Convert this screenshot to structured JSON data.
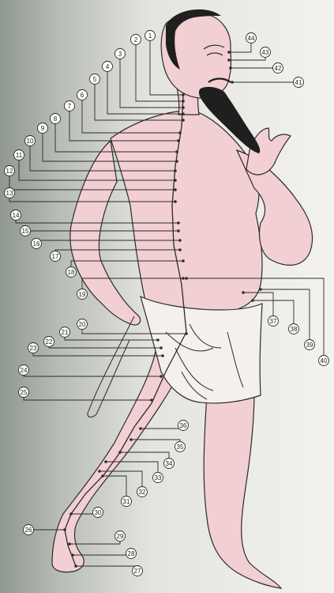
{
  "figure": {
    "subject": "acupuncture-meridian-figure",
    "colors": {
      "skin": "#f2cfd2",
      "line": "#2b2b2b",
      "hair": "#1f1f1f",
      "cloth": "#f4f1ec",
      "background": "#e6e6e1"
    }
  },
  "points": [
    {
      "id": "p1",
      "label": "1"
    },
    {
      "id": "p2",
      "label": "2"
    },
    {
      "id": "p3",
      "label": "3"
    },
    {
      "id": "p4",
      "label": "4"
    },
    {
      "id": "p5",
      "label": "5"
    },
    {
      "id": "p6",
      "label": "6"
    },
    {
      "id": "p7",
      "label": "7"
    },
    {
      "id": "p8",
      "label": "8"
    },
    {
      "id": "p9",
      "label": "9"
    },
    {
      "id": "p10",
      "label": "10"
    },
    {
      "id": "p11",
      "label": "11"
    },
    {
      "id": "p12",
      "label": "12"
    },
    {
      "id": "p13",
      "label": "13"
    },
    {
      "id": "p14",
      "label": "14"
    },
    {
      "id": "p15",
      "label": "15"
    },
    {
      "id": "p16",
      "label": "16"
    },
    {
      "id": "p17",
      "label": "17"
    },
    {
      "id": "p18",
      "label": "18"
    },
    {
      "id": "p19",
      "label": "19"
    },
    {
      "id": "p20",
      "label": "20"
    },
    {
      "id": "p21",
      "label": "21"
    },
    {
      "id": "p22",
      "label": "22"
    },
    {
      "id": "p23",
      "label": "23"
    },
    {
      "id": "p24",
      "label": "24"
    },
    {
      "id": "p25",
      "label": "25"
    },
    {
      "id": "p26",
      "label": "26"
    },
    {
      "id": "p27",
      "label": "27"
    },
    {
      "id": "p28",
      "label": "28"
    },
    {
      "id": "p29",
      "label": "29"
    },
    {
      "id": "p30",
      "label": "30"
    },
    {
      "id": "p31",
      "label": "31"
    },
    {
      "id": "p32",
      "label": "32"
    },
    {
      "id": "p33",
      "label": "33"
    },
    {
      "id": "p34",
      "label": "34"
    },
    {
      "id": "p35",
      "label": "35"
    },
    {
      "id": "p36",
      "label": "36"
    },
    {
      "id": "p37",
      "label": "37"
    },
    {
      "id": "p38",
      "label": "38"
    },
    {
      "id": "p39",
      "label": "39"
    },
    {
      "id": "p40",
      "label": "40"
    },
    {
      "id": "p41",
      "label": "41"
    },
    {
      "id": "p42",
      "label": "42"
    },
    {
      "id": "p43",
      "label": "43"
    },
    {
      "id": "p44",
      "label": "44"
    }
  ]
}
